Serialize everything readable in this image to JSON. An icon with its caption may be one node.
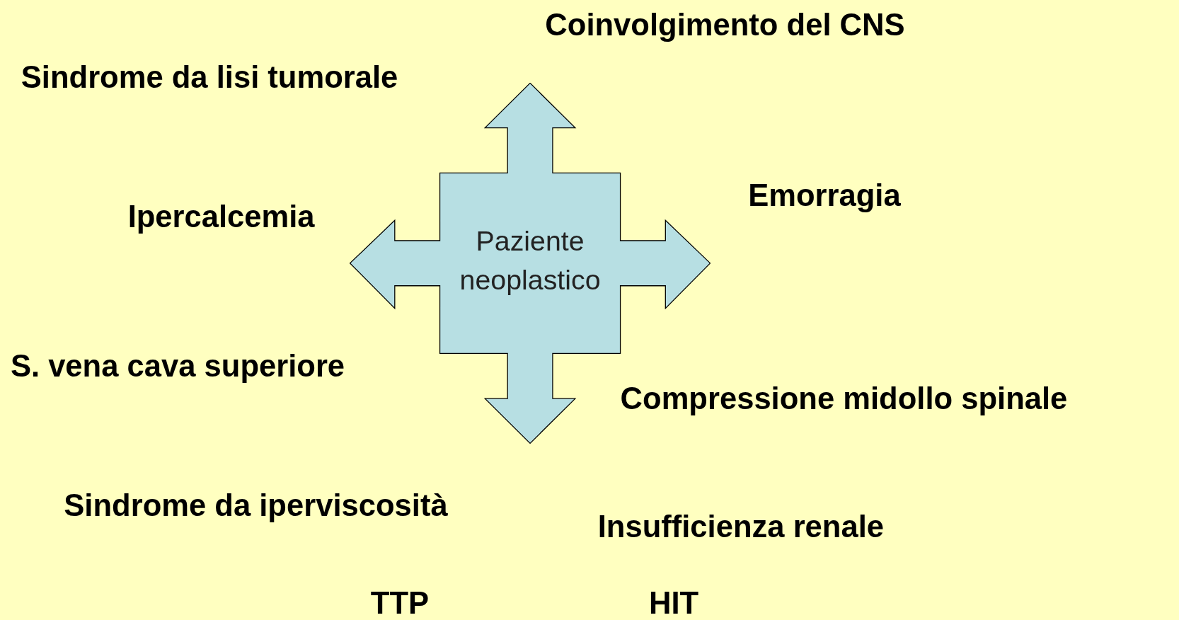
{
  "diagram": {
    "nodes": [
      {
        "text": [
          "Paziente neoplastico"
        ]
      }
    ],
    "labels": [
      "Coinvolgimento del CNS",
      "Sindrome da lisi tumorale",
      "Emorragia",
      "Ipercalcemia",
      "S. vena cava superiore",
      "Compressione midollo spinale",
      "Sindrome da iperviscosità",
      "Insufficienza renale",
      "TTP",
      "HIT"
    ]
  }
}
